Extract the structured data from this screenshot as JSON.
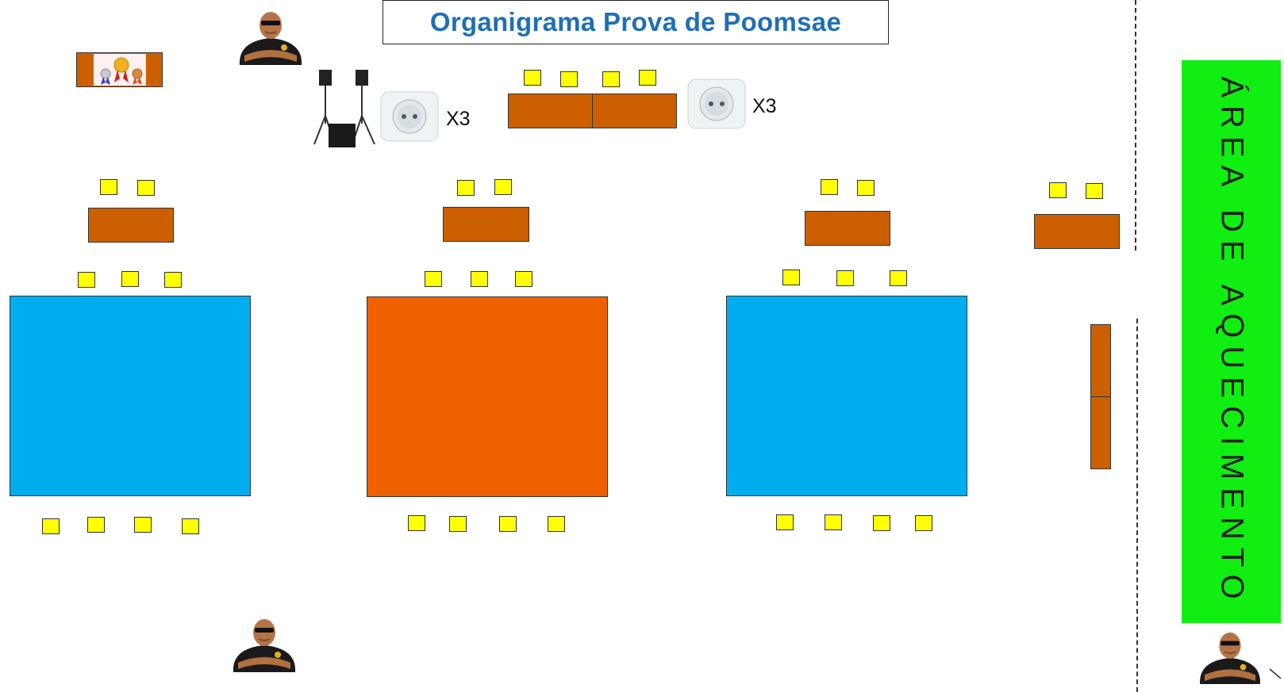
{
  "title": "Organigrama Prova de Poomsae",
  "warmup_label": "ÁREA DE AQUECIMENTO",
  "outlet_multipliers": [
    "X3",
    "X3"
  ],
  "colors": {
    "title": "#1f6fb4",
    "mat_blue": "#00aeef",
    "mat_orange": "#ef6100",
    "table": "#cc6000",
    "seat": "#ffff00",
    "warmup_area": "#11ee11"
  },
  "icons": [
    "guard-icon",
    "medals-podium-icon",
    "speaker-system-icon",
    "power-outlet-icon"
  ]
}
